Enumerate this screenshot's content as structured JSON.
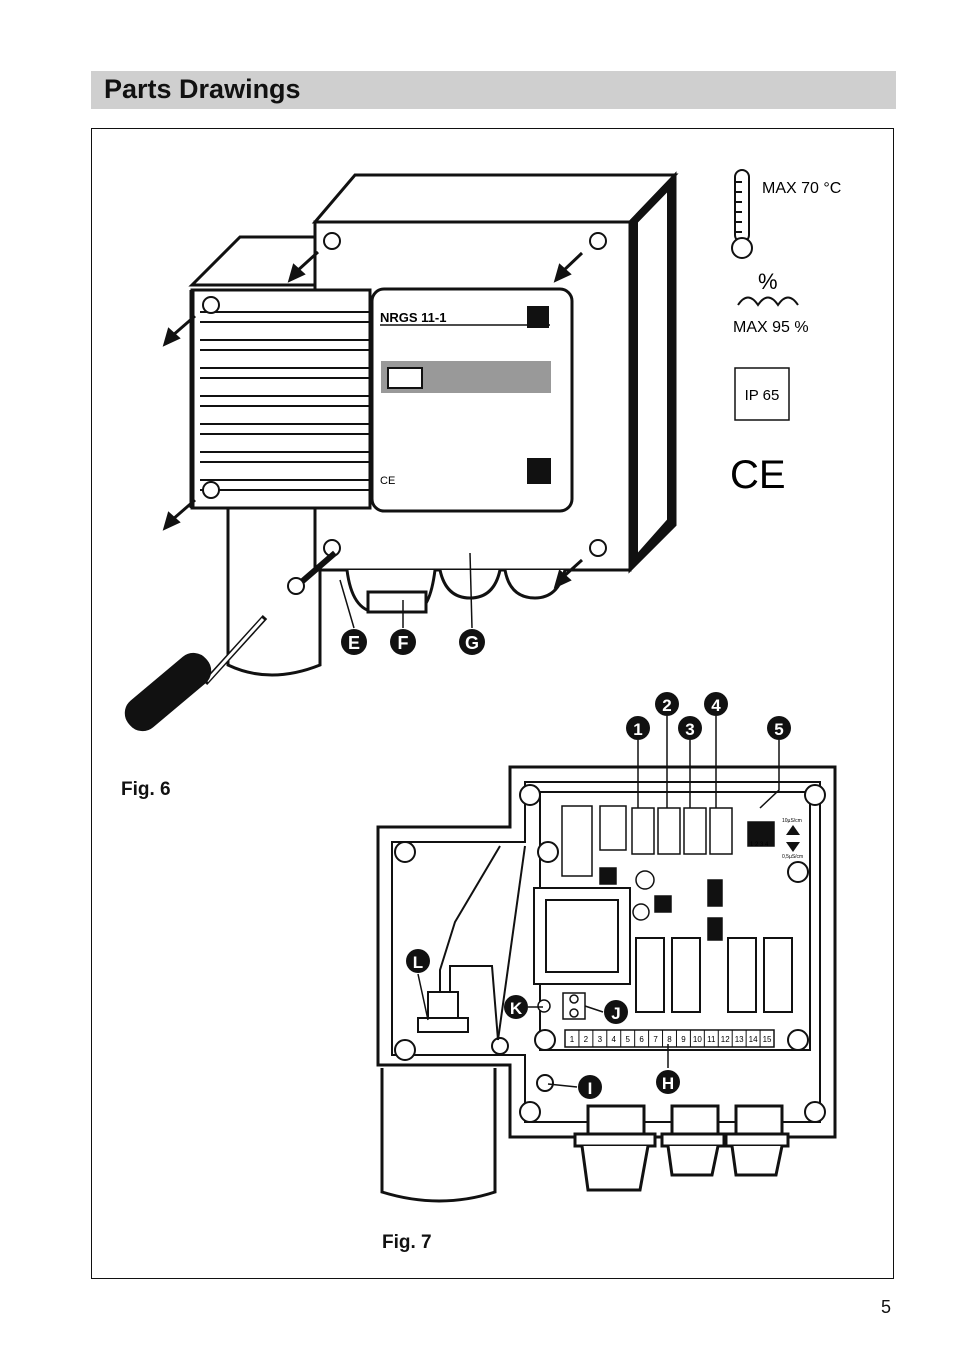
{
  "header": {
    "title": "Parts Drawings"
  },
  "figure6": {
    "caption": "Fig. 6",
    "device_name": "NRGS 11-1",
    "callouts": [
      "E",
      "F",
      "G"
    ]
  },
  "ratings": {
    "temperature": "MAX  70 °C",
    "humidity_symbol": "%",
    "humidity": "MAX  95 %",
    "protection": "IP 65",
    "ce_mark": "CE"
  },
  "figure7": {
    "caption": "Fig. 7",
    "callouts": [
      "1",
      "2",
      "3",
      "4",
      "5",
      "H",
      "I",
      "J",
      "K",
      "L"
    ],
    "terminals": [
      "1",
      "2",
      "3",
      "4",
      "5",
      "6",
      "7",
      "8",
      "9",
      "10",
      "11",
      "12",
      "13",
      "14",
      "15"
    ],
    "switch_label_top": "10µS/cm",
    "switch_label_bottom": "0,5µS/cm",
    "switch_numbers": "1 2 3 4"
  },
  "footer": {
    "page_number": "5"
  }
}
